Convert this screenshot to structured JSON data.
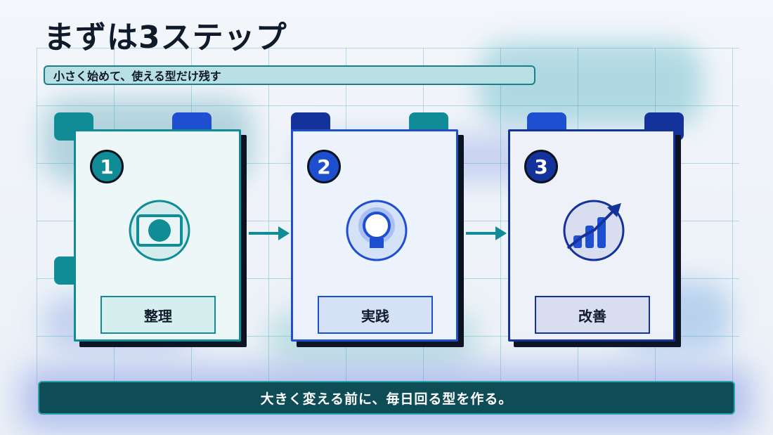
{
  "title": "まずは3ステップ",
  "subtitle": "小さく始めて、使える型だけ残す",
  "steps": [
    {
      "number": "1",
      "label": "整理",
      "icon": "window-dot-icon",
      "accent": "#0f8c95",
      "card_bg": "#eef7f7",
      "label_bg": "#d6eeee"
    },
    {
      "number": "2",
      "label": "実践",
      "icon": "lightbulb-icon",
      "accent": "#1e4fd0",
      "card_bg": "#edf3fc",
      "label_bg": "#d5e1f7"
    },
    {
      "number": "3",
      "label": "改善",
      "icon": "growth-chart-icon",
      "accent": "#13329a",
      "card_bg": "#eef1f8",
      "label_bg": "#d8def0"
    }
  ],
  "footer": "大きく変える前に、毎日回る型を作る。",
  "colors": {
    "teal": "#0f8c95",
    "blue": "#1e4fd0",
    "navy": "#13329a",
    "footer_bg": "#0e4d55"
  }
}
